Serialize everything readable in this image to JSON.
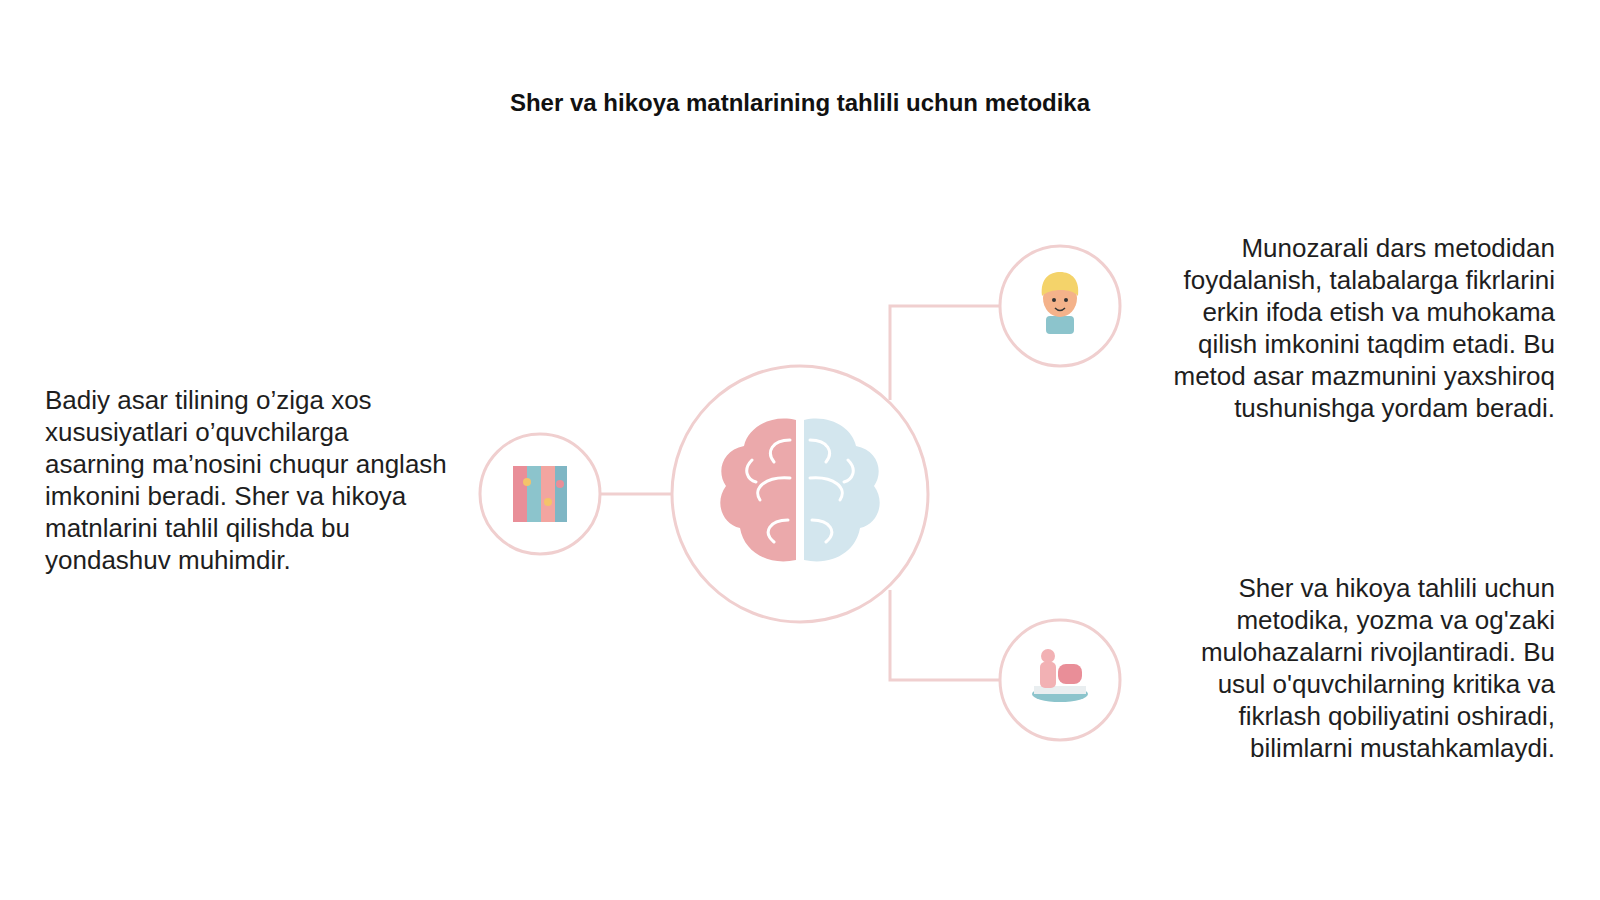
{
  "diagram": {
    "title": "Sher va hikoya matnlarining tahlili uchun metodika",
    "labels": [
      "Badiy asar tilining o’ziga xos xususiyatlari o’quvchilarga asarning ma’nosini chuqur anglash imkonini beradi. Sher va hikoya matnlarini tahlil qilishda bu yondashuv muhimdir.",
      "Munozarali dars metodidan foydalanish, talabalarga fikrlarini erkin ifoda etish va muhokama qilish imkonini taqdim etadi. Bu metod asar mazmunini yaxshiroq tushunishga yordam beradi.",
      "Sher va hikoya tahlili uchun metodika, yozma va og'zaki mulohazalarni rivojlantiradi. Bu usul o'quvchilarning kritika va fikrlash qobiliyatini oshiradi, bilimlarni mustahkamlaydi."
    ]
  }
}
